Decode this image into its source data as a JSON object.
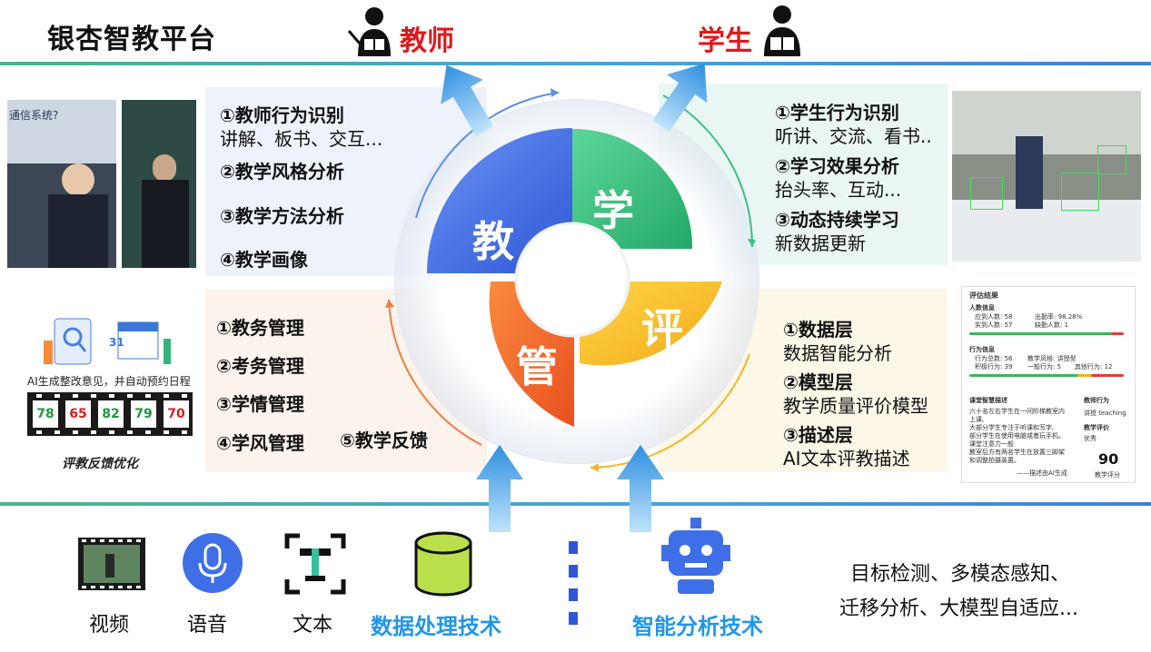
{
  "header": {
    "title": "银杏智教平台",
    "teacher_label": "教师",
    "student_label": "学生"
  },
  "left_top": {
    "items": [
      {
        "head": "①教师行为识别",
        "sub": "讲解、板书、交互..."
      },
      {
        "head": "②教学风格分析",
        "sub": ""
      },
      {
        "head": "③教学方法分析",
        "sub": ""
      },
      {
        "head": "④教学画像",
        "sub": ""
      }
    ]
  },
  "right_top": {
    "items": [
      {
        "head": "①学生行为识别",
        "sub": "听讲、交流、看书.."
      },
      {
        "head": "②学习效果分析",
        "sub": "抬头率、互动..."
      },
      {
        "head": "③动态持续学习",
        "sub": "新数据更新"
      }
    ]
  },
  "left_bottom": {
    "items": [
      "①教务管理",
      "②考务管理",
      "③学情管理",
      "④学风管理",
      "⑤教学反馈"
    ]
  },
  "right_bottom": {
    "items": [
      {
        "head": "①数据层",
        "sub": "数据智能分析"
      },
      {
        "head": "②模型层",
        "sub": "教学质量评价模型"
      },
      {
        "head": "③描述层",
        "sub": "AI文本评教描述"
      }
    ]
  },
  "petals": {
    "teach": "教",
    "learn": "学",
    "evaluate": "评",
    "manage": "管"
  },
  "left_panel": {
    "photo_text": "通信系统?",
    "ai_caption": "AI生成整改意见，并自动预约日程",
    "calendar_day": "31",
    "scores": [
      "78",
      "65",
      "82",
      "79",
      "70"
    ],
    "feedback_caption": "评教反馈优化"
  },
  "eval_card": {
    "title": "评估结果",
    "section1": "人数信息",
    "due": "应到人数: 58",
    "attendance": "出勤率: 98.28%",
    "actual": "实到人数: 57",
    "absent": "缺勤人数: 1",
    "section2": "行为信息",
    "behavior_total": "行为总数: 56",
    "style": "教学风格: 讲授型",
    "active": "积极行为: 39",
    "general": "一般行为: 5",
    "other": "其他行为: 12",
    "desc_title": "课堂智慧描述",
    "desc_text": [
      "六十名左右学生在一间阶梯教室内上课,",
      "大部分学生专注于听课和写字,",
      "部分学生在使用电脑或者玩手机。",
      "课堂注意力一般",
      "教室后方有两名学生在放置三脚架",
      "和调整拍摄装置。"
    ],
    "desc_footer": "——描述由AI生成",
    "main_behavior_label": "教师行为",
    "main_behavior": "讲授 teaching",
    "eval_label": "教学评价",
    "eval_value": "优秀",
    "score": "90",
    "score_label": "教学评分"
  },
  "bottom": {
    "video": "视频",
    "voice": "语音",
    "text": "文本",
    "data_tech": "数据处理技术",
    "ai_tech": "智能分析技术",
    "right_line1": "目标检测、多模态感知、",
    "right_line2": "迁移分析、大模型自适应..."
  },
  "colors": {
    "teach": "#3f6fe6",
    "learn": "#35c07f",
    "evaluate": "#f7c21b",
    "manage": "#f0632a",
    "accent_blue": "#2196e8",
    "red": "#e0191c"
  }
}
